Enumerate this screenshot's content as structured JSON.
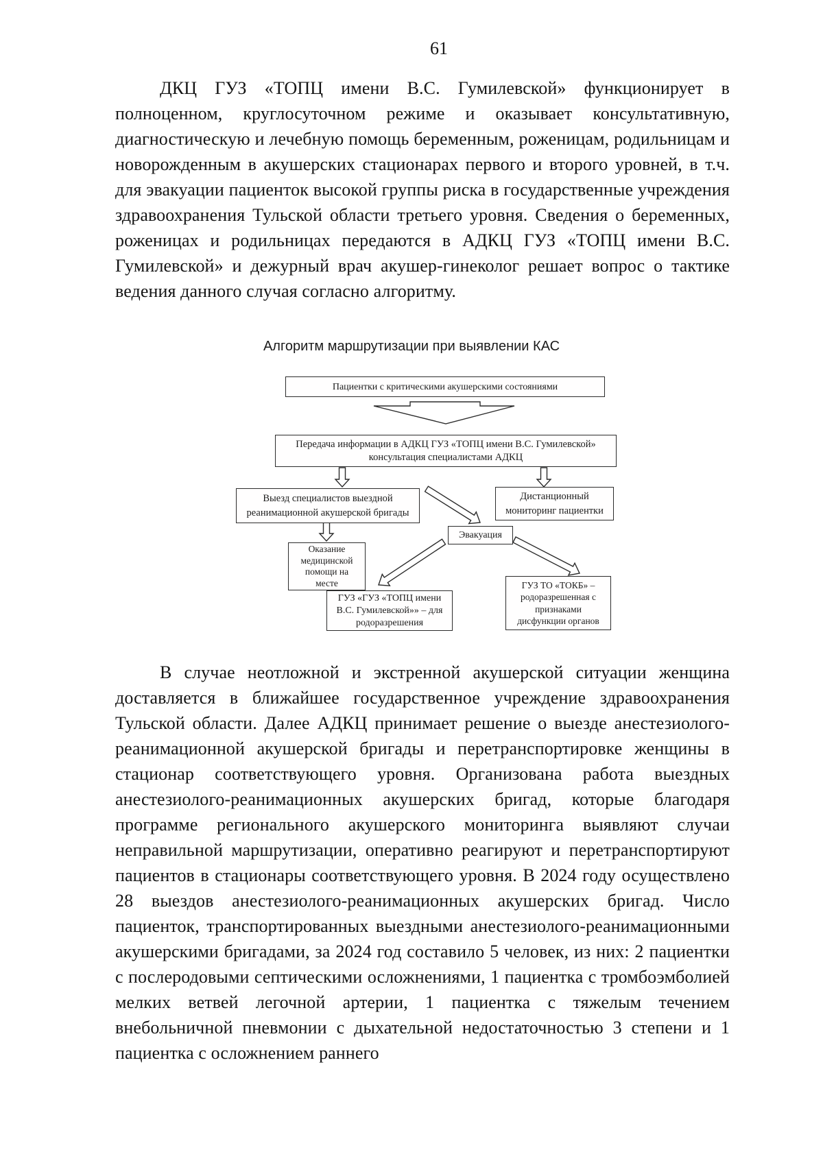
{
  "page": {
    "number": "61"
  },
  "colors": {
    "ink": "#141414",
    "line": "#2b2b2b",
    "background": "#ffffff"
  },
  "paragraphs": [
    {
      "text": "ДКЦ ГУЗ «ТОПЦ имени В.С. Гумилевской» функционирует в полноценном, круглосуточном режиме и оказывает консультативную, диагностическую и лечебную помощь беременным, роженицам, родильницам и новорожденным в акушерских стационарах первого и второго уровней, в т.ч. для эвакуации пациенток высокой группы риска в государственные учреждения здравоохранения Тульской области третьего уровня. Сведения о беременных, роженицах и родильницах передаются в АДКЦ ГУЗ «ТОПЦ имени В.С. Гумилевской» и дежурный врач акушер-гинеколог решает вопрос о тактике ведения данного случая согласно алгоритму."
    },
    {
      "text": "В случае неотложной и экстренной акушерской ситуации женщина доставляется в ближайшее государственное учреждение здравоохранения Тульской области. Далее АДКЦ принимает решение о выезде анестезиолого-реанимационной акушерской бригады и перетранспортировке женщины в стационар соответствующего уровня. Организована работа выездных анестезиолого-реанимационных акушерских бригад, которые благодаря программе регионального акушерского мониторинга выявляют случаи неправильной маршрутизации, оперативно реагируют и перетранспортируют пациентов в стационары соответствующего уровня. В 2024 году осуществлено 28 выездов анестезиолого-реанимационных акушерских бригад. Число пациенток, транспортированных выездными анестезиолого-реанимационными акушерскими бригадами, за 2024 год составило 5 человек, из них: 2 пациентки с послеродовыми септическими осложнениями, 1 пациентка с тромбоэмболией мелких ветвей легочной артерии, 1 пациентка с тяжелым течением внебольничной пневмонии с дыхательной недостаточностью 3 степени и 1 пациентка с осложнением раннего"
    }
  ],
  "diagram": {
    "title": "Алгоритм маршрутизации при выявлении КАС",
    "boxes": {
      "patients": "Пациентки с критическими акушерскими  состояниями",
      "transfer": "Передача информации в АДКЦ ГУЗ «ТОПЦ имени В.С. Гумилевской»\nконсультация специалистами АДКЦ",
      "team": "Выезд специалистов выездной\nреанимационной акушерской бригады",
      "remote": "Дистанционный\nмониторинг пациентки",
      "onsite": "Оказание\nмедицинской\nпомощи на\nместе",
      "evac": "Эвакуация",
      "topc": "ГУЗ «ГУЗ «ТОПЦ имени\nВ.С. Гумилевской»» – для\nродоразрешения",
      "tokb": "ГУЗ ТО «ТОКБ» –\nродоразрешенная с\nпризнаками\nдисфункции органов"
    }
  }
}
